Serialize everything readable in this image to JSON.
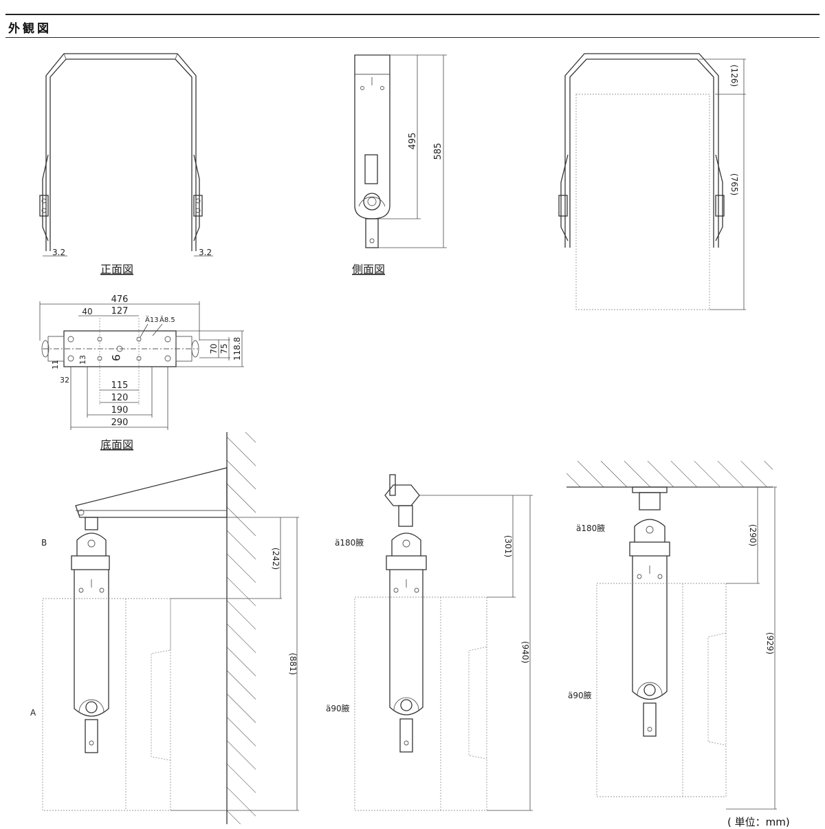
{
  "header": {
    "title": "外観図"
  },
  "unit_note": "( 単位：mm)",
  "views": {
    "front": "正面図",
    "side": "側面図",
    "bottom": "底面図"
  },
  "dimensions": {
    "front_left": "3.2",
    "front_right": "3.2",
    "side_495": "495",
    "side_585": "585",
    "attach_126": "(126)",
    "attach_765": "(765)",
    "bottom_476": "476",
    "bottom_127": "127",
    "bottom_40": "40",
    "bottom_hole_a": "Ä13",
    "bottom_hole_b": "Ä8.5",
    "bottom_13": "13",
    "bottom_9": "9",
    "bottom_11": "11",
    "bottom_32": "32",
    "bottom_70": "70",
    "bottom_75": "75",
    "bottom_118_8": "118.8",
    "bottom_115": "115",
    "bottom_120": "120",
    "bottom_190": "190",
    "bottom_290": "290",
    "wall_242": "(242)",
    "wall_881": "(881)",
    "wall_B": "B",
    "wall_A": "A",
    "pole_301": "(301)",
    "pole_940": "(940)",
    "pole_180": "ä180腋",
    "pole_90": "ä90腋",
    "ceil_290": "(290)",
    "ceil_929": "(929)",
    "ceil_180": "ä180腋",
    "ceil_90": "ä90腋"
  }
}
